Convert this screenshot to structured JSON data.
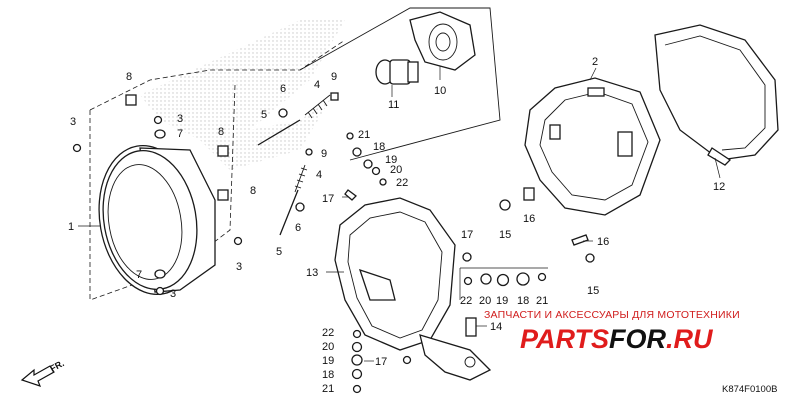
{
  "callouts": {
    "c1": "1",
    "c2": "2",
    "c3a": "3",
    "c3b": "3",
    "c3c": "3",
    "c3d": "3",
    "c4a": "4",
    "c4b": "4",
    "c5a": "5",
    "c5b": "5",
    "c6a": "6",
    "c6b": "6",
    "c7a": "7",
    "c7b": "7",
    "c8a": "8",
    "c8b": "8",
    "c8c": "8",
    "c9a": "9",
    "c9b": "9",
    "c10": "10",
    "c11": "11",
    "c12": "12",
    "c13": "13",
    "c14": "14",
    "c15a": "15",
    "c15b": "15",
    "c16a": "16",
    "c16b": "16",
    "c17a": "17",
    "c17b": "17",
    "c17c": "17",
    "c18a": "18",
    "c18b": "18",
    "c18c": "18",
    "c19a": "19",
    "c19b": "19",
    "c19c": "19",
    "c20a": "20",
    "c20b": "20",
    "c20c": "20",
    "c21a": "21",
    "c21b": "21",
    "c21c": "21",
    "c22a": "22",
    "c22b": "22",
    "c22c": "22"
  },
  "watermark": {
    "subtitle": "ЗАПЧАСТИ И АКСЕССУАРЫ ДЛЯ МОТОТЕХНИКИ",
    "brand_a": "PARTS",
    "brand_b": "FOR",
    "brand_c": ".RU"
  },
  "diagram_code": "K874F0100B",
  "front_label": "FR.",
  "colors": {
    "line": "#1a1a1a",
    "watermark_red": "#e01c1c",
    "background": "#ffffff"
  }
}
